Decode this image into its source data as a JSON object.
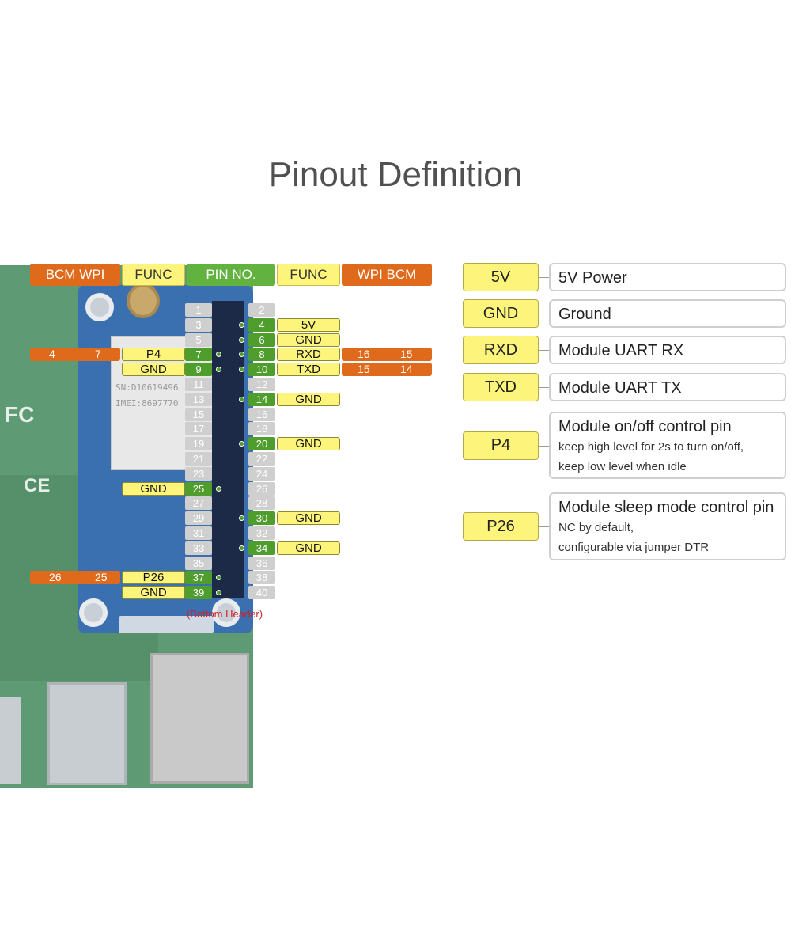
{
  "title": "Pinout Definition",
  "board": {
    "module_text": [
      "SN:D10619496",
      "IMEI:8697770"
    ],
    "bottom_header": "(Bottom Header)"
  },
  "header": {
    "left_numbers": "BCM  WPI",
    "left_func": "FUNC",
    "pin_no": "PIN NO.",
    "right_func": "FUNC",
    "right_numbers": "WPI  BCM"
  },
  "pins": [
    {
      "left": "1",
      "right": "2"
    },
    {
      "left": "3",
      "right": "4",
      "right_used": true,
      "right_func": "5V"
    },
    {
      "left": "5",
      "right": "6",
      "right_used": true,
      "right_func": "GND"
    },
    {
      "left": "7",
      "left_used": true,
      "left_func": "P4",
      "left_bcm": "4",
      "left_wpi": "7",
      "right": "8",
      "right_used": true,
      "right_func": "RXD",
      "right_wpi": "16",
      "right_bcm": "15"
    },
    {
      "left": "9",
      "left_used": true,
      "left_func": "GND",
      "right": "10",
      "right_used": true,
      "right_func": "TXD",
      "right_wpi": "15",
      "right_bcm": "14"
    },
    {
      "left": "11",
      "right": "12"
    },
    {
      "left": "13",
      "right": "14",
      "right_used": true,
      "right_func": "GND"
    },
    {
      "left": "15",
      "right": "16"
    },
    {
      "left": "17",
      "right": "18"
    },
    {
      "left": "19",
      "right": "20",
      "right_used": true,
      "right_func": "GND"
    },
    {
      "left": "21",
      "right": "22"
    },
    {
      "left": "23",
      "right": "24"
    },
    {
      "left": "25",
      "left_used": true,
      "left_func": "GND",
      "right": "26"
    },
    {
      "left": "27",
      "right": "28"
    },
    {
      "left": "29",
      "right": "30",
      "right_used": true,
      "right_func": "GND"
    },
    {
      "left": "31",
      "right": "32"
    },
    {
      "left": "33",
      "right": "34",
      "right_used": true,
      "right_func": "GND"
    },
    {
      "left": "35",
      "right": "36"
    },
    {
      "left": "37",
      "left_used": true,
      "left_func": "P26",
      "left_bcm": "26",
      "left_wpi": "25",
      "right": "38"
    },
    {
      "left": "39",
      "left_used": true,
      "left_func": "GND",
      "right": "40"
    }
  ],
  "legend": [
    {
      "key": "5V",
      "title": "5V Power",
      "lines": []
    },
    {
      "key": "GND",
      "title": "Ground",
      "lines": []
    },
    {
      "key": "RXD",
      "title": "Module UART RX",
      "lines": []
    },
    {
      "key": "TXD",
      "title": "Module UART TX",
      "lines": []
    },
    {
      "key": "P4",
      "title": "Module on/off control pin",
      "lines": [
        "keep high level for 2s to turn on/off,",
        "keep low level when idle"
      ]
    },
    {
      "key": "P26",
      "title": "Module sleep mode control pin",
      "lines": [
        "NC by default,",
        "configurable via jumper DTR"
      ]
    }
  ],
  "colors": {
    "orange": "#e06a1b",
    "yellow": "#fdf47c",
    "green": "#62b240",
    "grey": "#cfcfcf"
  }
}
